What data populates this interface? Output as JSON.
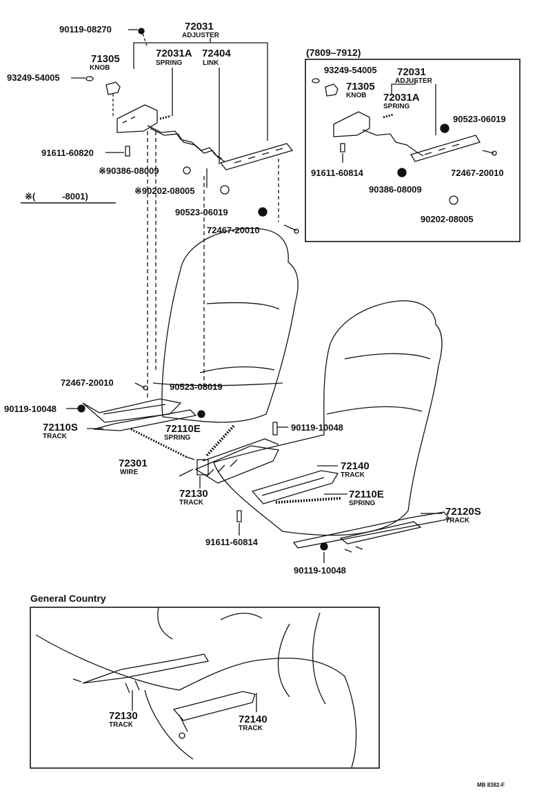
{
  "colors": {
    "ink": "#111111",
    "paper": "#ffffff"
  },
  "top": {
    "p90119_08270": "90119-08270",
    "p72031": "72031",
    "adjuster": "ADJUSTER",
    "p71305": "71305",
    "knob": "KNOB",
    "p72031A": "72031A",
    "spring": "SPRING",
    "p72404": "72404",
    "link": "LINK",
    "p93249_54005": "93249-54005",
    "p91611_60820": "91611-60820",
    "p90386_08009": "※90386-08009",
    "p90202_08005": "※90202-08005",
    "note_8001": "※(   -8001)",
    "p90523_06019": "90523-06019",
    "p72467_20010": "72467-20010"
  },
  "inset": {
    "title": "(7809–7912)",
    "p93249_54005": "93249-54005",
    "p72031": "72031",
    "adjuster": "ADJUSTER",
    "p71305": "71305",
    "knob": "KNOB",
    "p72031A": "72031A",
    "spring": "SPRING",
    "p90523_06019": "90523-06019",
    "p91611_60814": "91611-60814",
    "p72467_20010": "72467-20010",
    "p90386_08009": "90386-08009",
    "p90202_08005": "90202-08005"
  },
  "middle": {
    "p72467_20010": "72467-20010",
    "p90523_08019": "90523-08019",
    "p90119_10048_left": "90119-10048",
    "p72110S": "72110S",
    "track1": "TRACK",
    "p72110E_upper": "72110E",
    "spring1": "SPRING",
    "p90119_10048_mid": "90119-10048",
    "p72301": "72301",
    "wire": "WIRE",
    "p72140": "72140",
    "track2": "TRACK",
    "p72130": "72130",
    "track3": "TRACK",
    "p72110E_lower": "72110E",
    "spring2": "SPRING",
    "p72120S": "72120S",
    "track4": "TRACK",
    "p91611_60814": "91611-60814",
    "p90119_10048_bottom": "90119-10048"
  },
  "general": {
    "title": "General Country",
    "p72130": "72130",
    "track_a": "TRACK",
    "p72140": "72140",
    "track_b": "TRACK"
  },
  "footer": {
    "code": "MB 8382-F"
  }
}
